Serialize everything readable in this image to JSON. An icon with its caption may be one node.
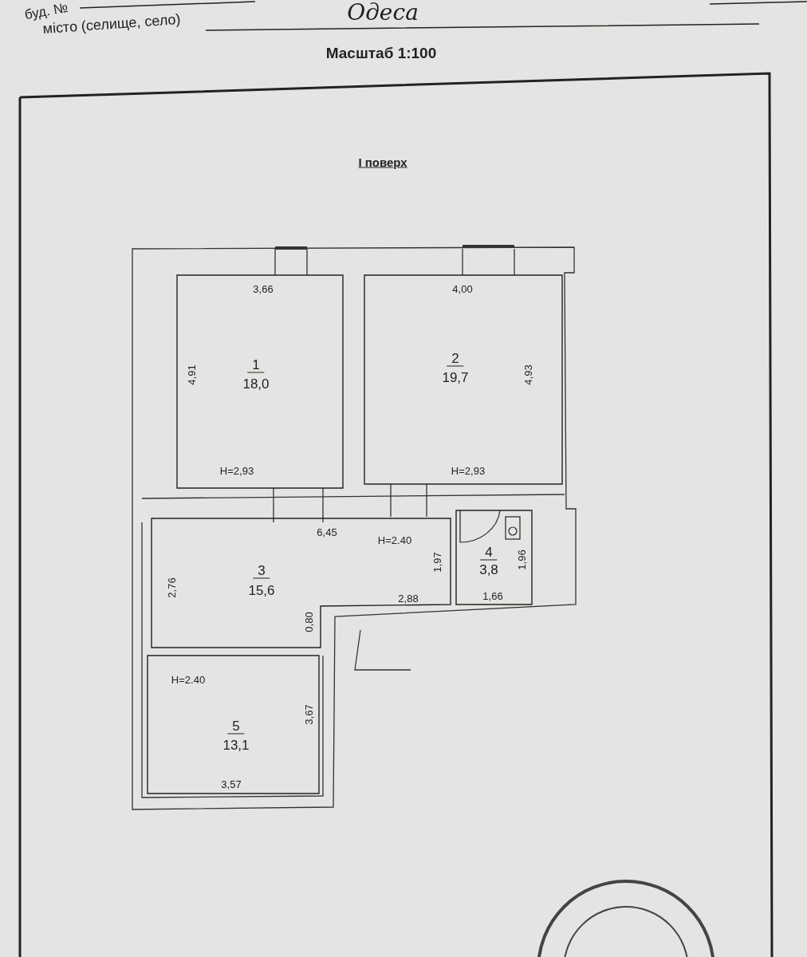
{
  "diagram": {
    "title": "Масштаб 1:100",
    "nodes": [
      {
        "text": [
          "1",
          "18,0",
          "3,66",
          "4,91",
          "H=2,93"
        ]
      },
      {
        "text": [
          "2",
          "19,7",
          "4,00",
          "4,93",
          "H=2,93"
        ]
      },
      {
        "text": [
          "3",
          "15,6",
          "6,45",
          "H=2.40",
          "2,76",
          "1,97",
          "2,88",
          "0,80"
        ]
      },
      {
        "text": [
          "4",
          "3,8",
          "1,96",
          "1,66"
        ]
      },
      {
        "text": [
          "5",
          "13,1",
          "H=2.40",
          "3,67",
          "3,57"
        ]
      }
    ],
    "edges": [],
    "labels": [
      "буд. №",
      "місто (селище, село)",
      "Одеса",
      "I поверх"
    ]
  }
}
